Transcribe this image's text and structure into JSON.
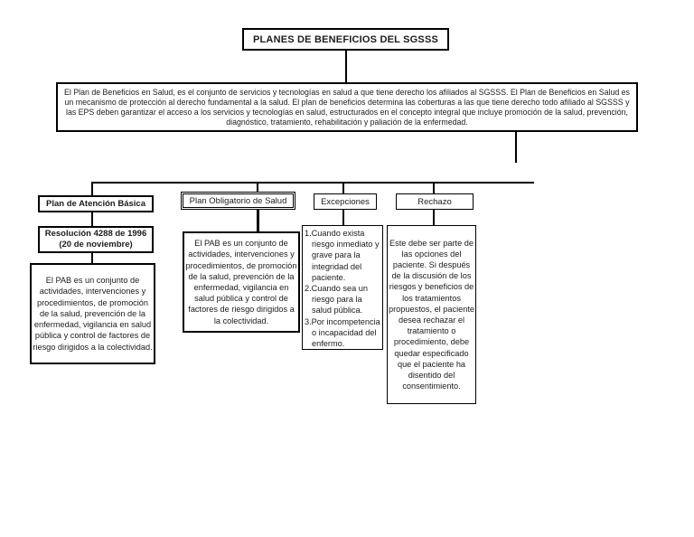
{
  "diagram": {
    "title": "PLANES DE BENEFICIOS DEL SGSSS",
    "description": "El Plan de Beneficios en Salud, es el conjunto de servicios y tecnologías en salud a que tiene derecho los afiliados al SGSSS. El Plan de Beneficios en Salud es un mecanismo de protección al derecho fundamental a la salud.  El plan de beneficios determina las coberturas a las que tiene derecho todo afiliado al SGSSS y las EPS deben garantizar el acceso a los servicios y tecnologías en salud, estructurados en el concepto integral que incluye promoción de la salud, prevención, diagnóstico, tratamiento, rehabilitación y paliación de la enfermedad.",
    "columns": [
      {
        "header": "Plan de Atención Básica",
        "resolution_line1": "Resolución 4288 de 1996",
        "resolution_line2": "(20 de noviembre)",
        "body": "El PAB es un conjunto de actividades, intervenciones y procedimientos, de promoción de la salud, prevención de la enfermedad, vigilancia en salud pública y control de factores de riesgo dirigidos a la colectividad."
      },
      {
        "header": "Plan Obligatorio de Salud",
        "body": "El PAB es un conjunto de actividades, intervenciones y procedimientos, de promoción de la salud, prevención de la enfermedad, vigilancia en salud pública y control de factores de riesgo dirigidos a la colectividad."
      },
      {
        "header": "Excepciones",
        "items": [
          "1.Cuando exista riesgo inmediato y grave para la integridad del paciente.",
          "2.Cuando sea un riesgo para la salud pública.",
          "3.Por incompetencia o incapacidad del enfermo."
        ]
      },
      {
        "header": "Rechazo",
        "body": "Este debe ser parte de las opciones del paciente. Si después de la discusión de los riesgos y beneficios de los tratamientos propuestos, el paciente desea rechazar el tratamiento o procedimiento, debe quedar especificado que el paciente ha disentido del consentimiento."
      }
    ],
    "colors": {
      "line": "#000000",
      "text": "#1c1c1c",
      "background": "#ffffff"
    }
  }
}
